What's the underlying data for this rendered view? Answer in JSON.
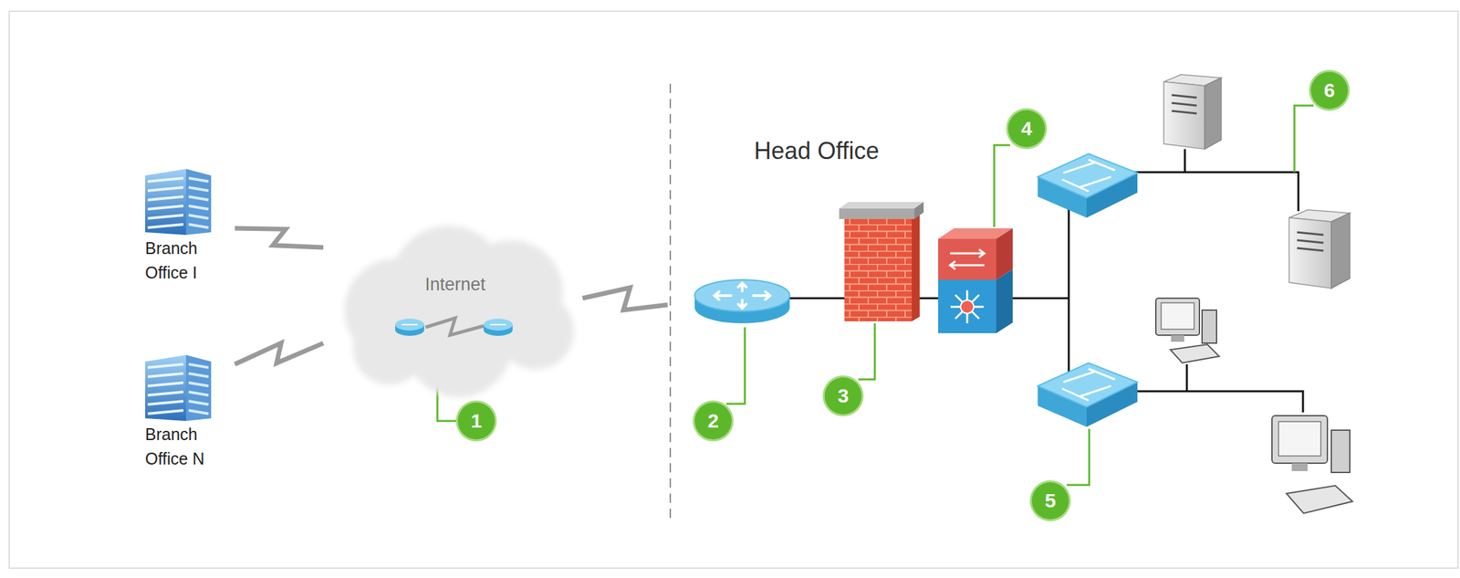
{
  "diagram": {
    "nodes": [
      {
        "text": [
          "Branch Office I"
        ]
      },
      {
        "text": [
          "Branch Office N"
        ]
      },
      {
        "text": [
          "Internet"
        ]
      }
    ],
    "edges": [
      {
        "from": 0,
        "to": 2,
        "arrow": "none"
      },
      {
        "from": 1,
        "to": 2,
        "arrow": "none"
      }
    ],
    "labels": [
      "Head Office",
      "1",
      "2",
      "3",
      "4",
      "5",
      "6"
    ]
  }
}
